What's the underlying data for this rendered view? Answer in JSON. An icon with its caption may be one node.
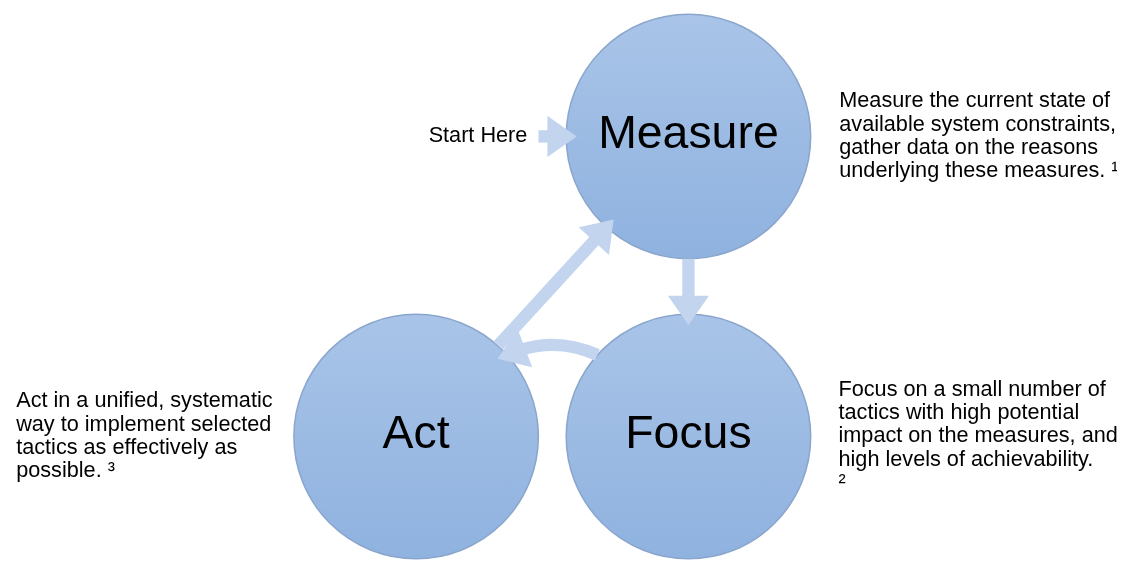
{
  "diagram": {
    "nodes": [
      {
        "text": [
          "Start Here"
        ]
      },
      {
        "text": [
          "Measure"
        ],
        "beside": [
          "Measure the current state of available system constraints, gather data on the reasons underlying these measures. ¹"
        ]
      },
      {
        "text": [
          "Focus"
        ],
        "beside": [
          "Focus on a small number of tactics with high potential impact on the measures, and high levels of achievability. ²"
        ]
      },
      {
        "text": [
          "Act"
        ],
        "beside": [
          "Act in a unified, systematic way to implement selected tactics as effectively as possible. ³"
        ]
      }
    ],
    "edges": [
      {
        "from": 0,
        "to": 1,
        "arrow": "to"
      },
      {
        "from": 1,
        "to": 2,
        "arrow": "to"
      },
      {
        "from": 2,
        "to": 3,
        "arrow": "to"
      },
      {
        "from": 3,
        "to": 1,
        "arrow": "to"
      }
    ]
  }
}
